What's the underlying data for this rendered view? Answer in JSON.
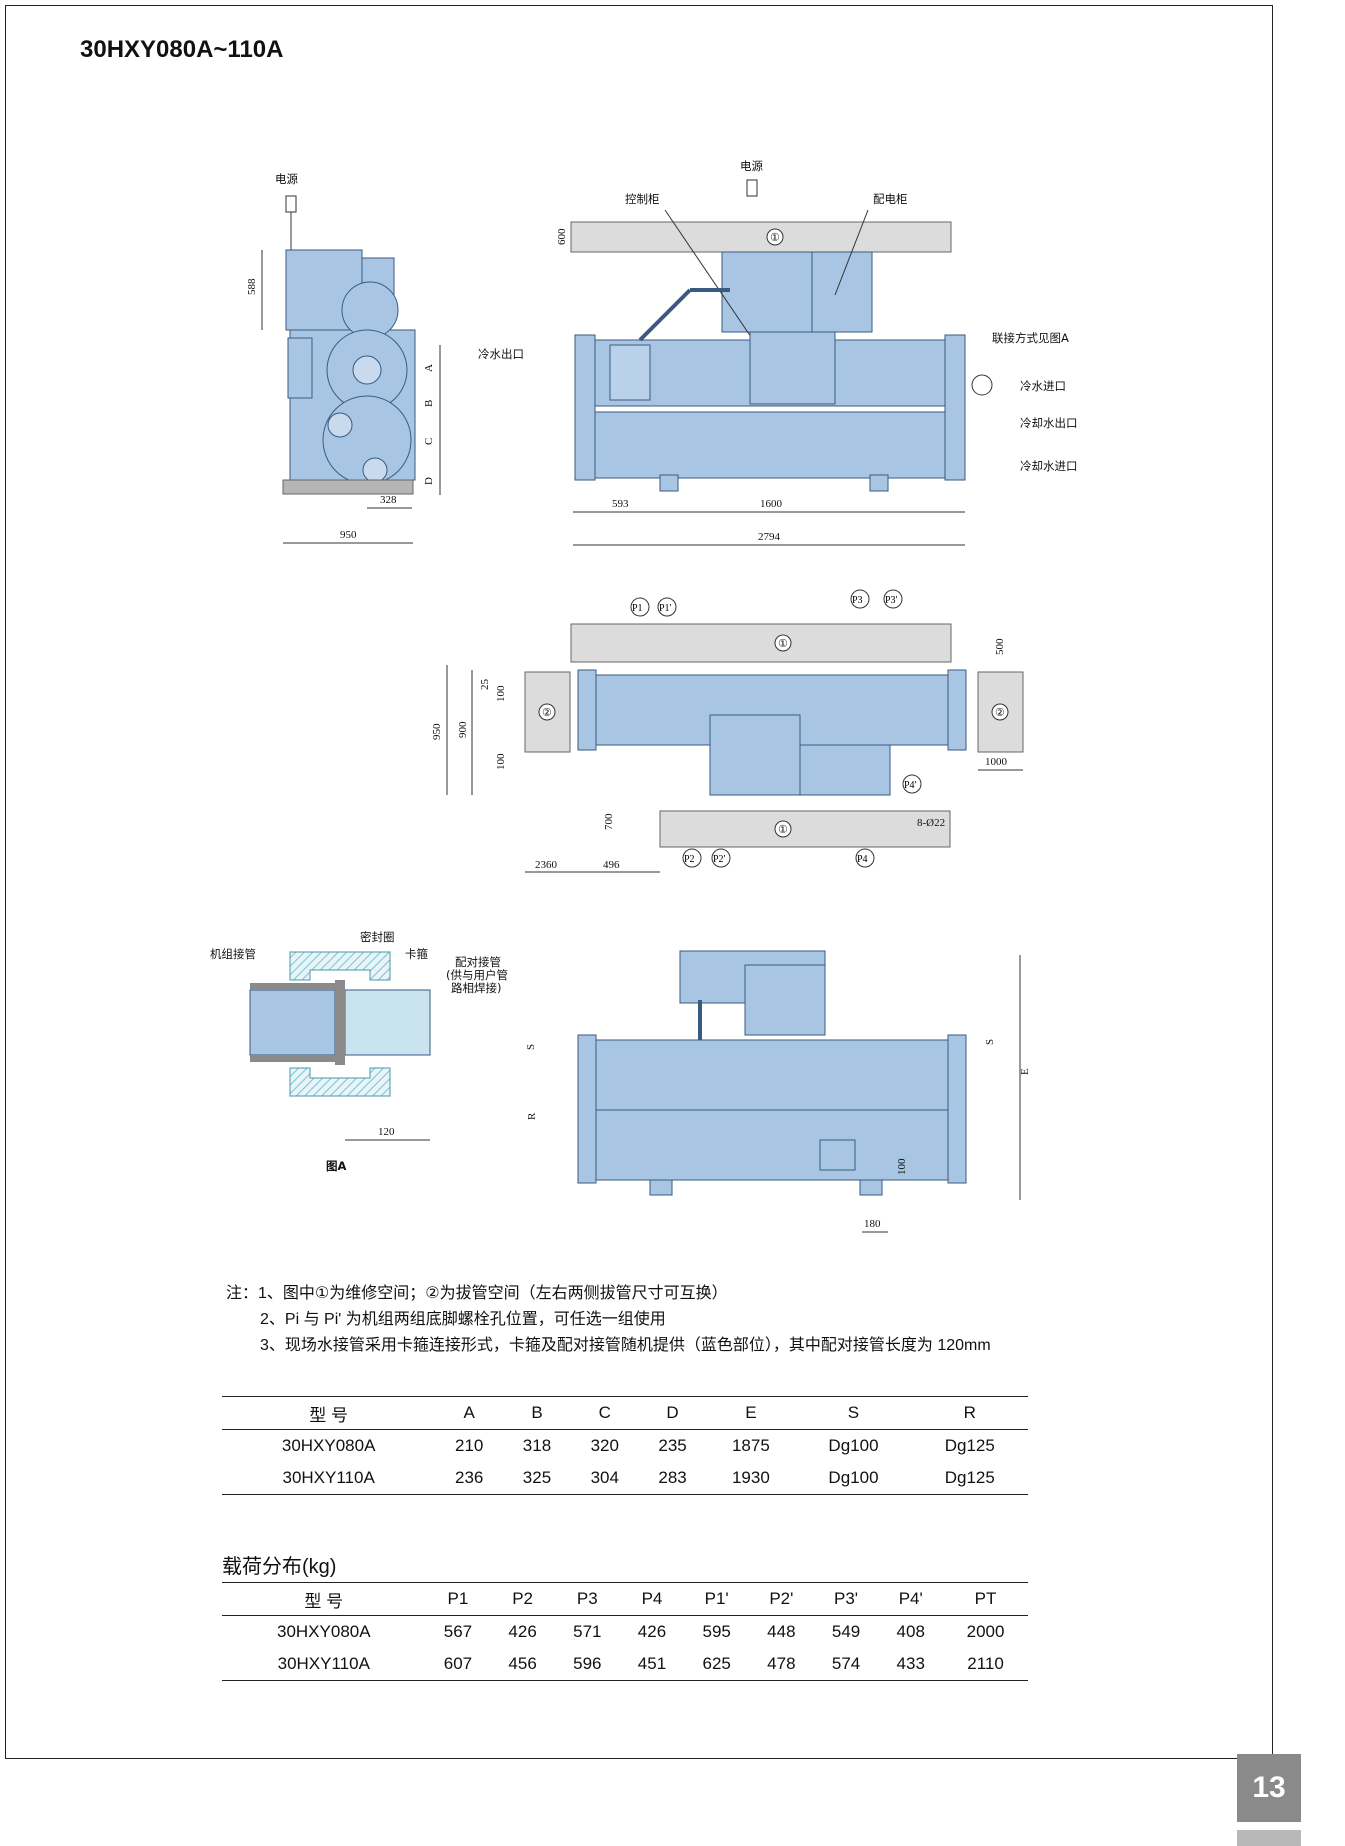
{
  "page": {
    "title": "30HXY080A~110A",
    "page_number": "13"
  },
  "colors": {
    "unit_fill": "#a9c5e4",
    "unit_stroke": "#3a5a80",
    "service_fill": "#dcdcdc",
    "pipe_hatch": "#5fb7c7"
  },
  "drawing": {
    "side_view": {
      "power": "电源",
      "dims": [
        "588",
        "A",
        "B",
        "C",
        "D",
        "328",
        "950"
      ]
    },
    "front_view": {
      "power": "电源",
      "control_cabinet": "控制柜",
      "power_cabinet": "配电柜",
      "service_zone": "①",
      "dim_600": "600",
      "chilled_out": "冷水出口",
      "connection_note": "联接方式见图A",
      "chilled_in": "冷水进口",
      "cooling_out": "冷却水出口",
      "cooling_in": "冷却水进口",
      "dim_593": "593",
      "dim_1600": "1600",
      "dim_2794": "2794"
    },
    "plan_view": {
      "p1": "P1",
      "p1p": "P1'",
      "p3": "P3",
      "p3p": "P3'",
      "p2": "P2",
      "p2p": "P2'",
      "p4": "P4",
      "p4p": "P4'",
      "zone1": "①",
      "zone2": "②",
      "dim_500": "500",
      "dim_950": "950",
      "dim_900": "900",
      "dim_25": "25",
      "dim_100a": "100",
      "dim_100b": "100",
      "dim_700": "700",
      "dim_2360": "2360",
      "dim_496": "496",
      "dim_1000": "1000",
      "holes": "8-Ø22"
    },
    "detail_a": {
      "unit_pipe": "机组接管",
      "seal": "密封圈",
      "clamp": "卡箍",
      "mating_pipe_1": "配对接管",
      "mating_pipe_2": "(供与用户管",
      "mating_pipe_3": "路相焊接)",
      "dim_120": "120",
      "caption": "图A"
    },
    "rear_view": {
      "s": "S",
      "r": "R",
      "e": "E",
      "dim_100": "100",
      "dim_180": "180"
    }
  },
  "notes": [
    "注：1、图中①为维修空间；②为拔管空间（左右两侧拔管尺寸可互换）",
    "2、Pi 与 Pi' 为机组两组底脚螺栓孔位置，可任选一组使用",
    "3、现场水接管采用卡箍连接形式，卡箍及配对接管随机提供（蓝色部位），其中配对接管长度为 120mm"
  ],
  "dimension_table": {
    "headers": [
      "型 号",
      "A",
      "B",
      "C",
      "D",
      "E",
      "S",
      "R"
    ],
    "rows": [
      [
        "30HXY080A",
        "210",
        "318",
        "320",
        "235",
        "1875",
        "Dg100",
        "Dg125"
      ],
      [
        "30HXY110A",
        "236",
        "325",
        "304",
        "283",
        "1930",
        "Dg100",
        "Dg125"
      ]
    ]
  },
  "load_table": {
    "title": "载荷分布(kg)",
    "headers": [
      "型 号",
      "P1",
      "P2",
      "P3",
      "P4",
      "P1'",
      "P2'",
      "P3'",
      "P4'",
      "PT"
    ],
    "rows": [
      [
        "30HXY080A",
        "567",
        "426",
        "571",
        "426",
        "595",
        "448",
        "549",
        "408",
        "2000"
      ],
      [
        "30HXY110A",
        "607",
        "456",
        "596",
        "451",
        "625",
        "478",
        "574",
        "433",
        "2110"
      ]
    ]
  }
}
